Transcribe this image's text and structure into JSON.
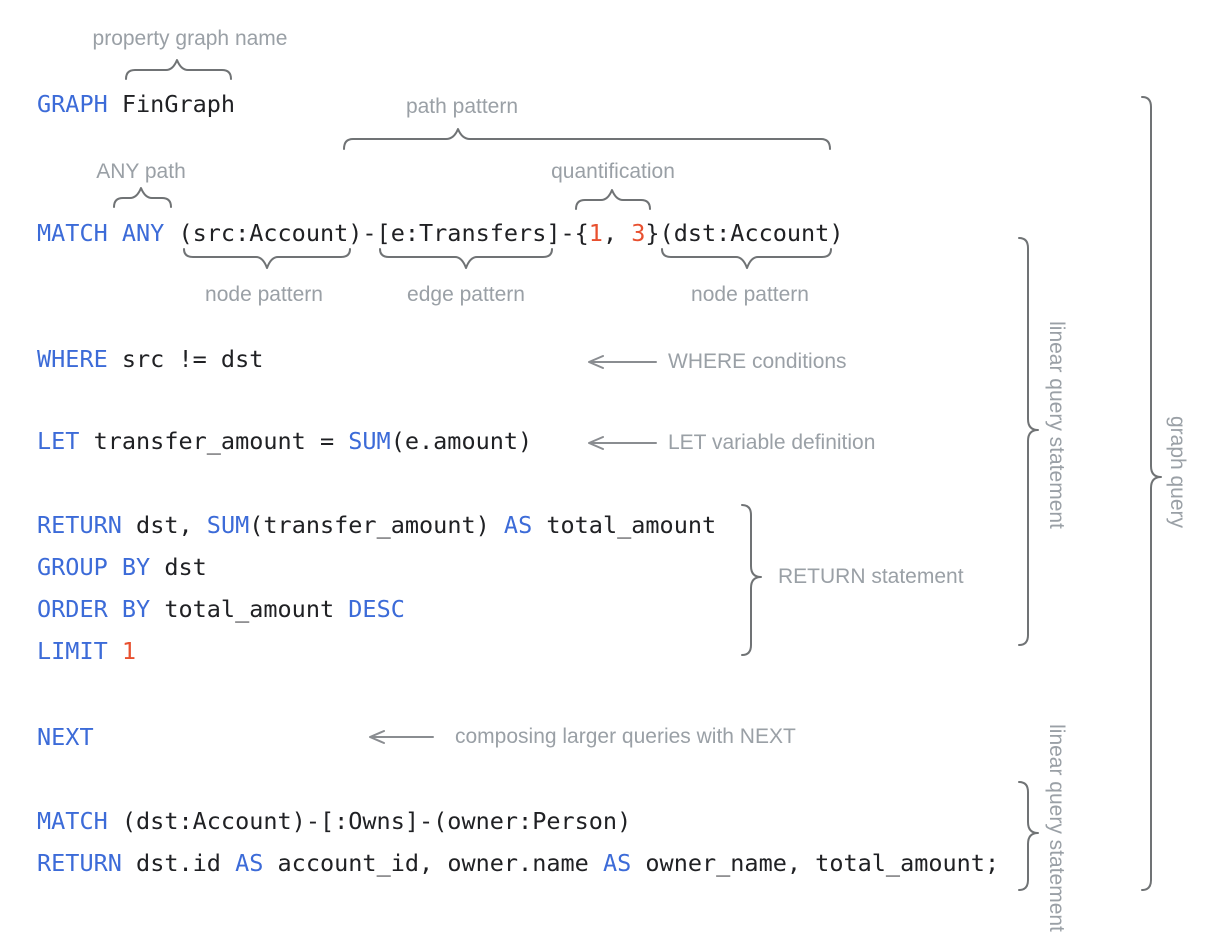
{
  "colors": {
    "background": "#ffffff",
    "keyword_blue": "#3c6bd8",
    "number_orange": "#e8502f",
    "code_text": "#202124",
    "annotation_label_gray": "#9aa0a6",
    "brace_gray": "#707375",
    "arrow_gray": "#8a8d91"
  },
  "code": {
    "lines": [
      {
        "id": "graph-statement",
        "segments": [
          {
            "style": "keyword",
            "text": "GRAPH "
          },
          {
            "style": "plain",
            "text": "FinGraph"
          }
        ]
      },
      {
        "id": "match-any-statement",
        "segments": [
          {
            "style": "keyword",
            "text": "MATCH ANY "
          },
          {
            "style": "plain",
            "text": "(src:Account)-[e:Transfers]-{"
          },
          {
            "style": "number",
            "text": "1"
          },
          {
            "style": "plain",
            "text": ", "
          },
          {
            "style": "number",
            "text": "3"
          },
          {
            "style": "plain",
            "text": "}(dst:Account)"
          }
        ]
      },
      {
        "id": "where-statement",
        "segments": [
          {
            "style": "keyword",
            "text": "WHERE "
          },
          {
            "style": "plain",
            "text": "src != dst"
          }
        ]
      },
      {
        "id": "let-statement",
        "segments": [
          {
            "style": "keyword",
            "text": "LET "
          },
          {
            "style": "plain",
            "text": "transfer_amount = "
          },
          {
            "style": "keyword",
            "text": "SUM"
          },
          {
            "style": "plain",
            "text": "(e.amount)"
          }
        ]
      },
      {
        "id": "return-statement",
        "segments": [
          {
            "style": "keyword",
            "text": "RETURN "
          },
          {
            "style": "plain",
            "text": "dst, "
          },
          {
            "style": "keyword",
            "text": "SUM"
          },
          {
            "style": "plain",
            "text": "(transfer_amount) "
          },
          {
            "style": "keyword",
            "text": "AS"
          },
          {
            "style": "plain",
            "text": " total_amount"
          }
        ]
      },
      {
        "id": "group-by-statement",
        "segments": [
          {
            "style": "keyword",
            "text": "GROUP BY "
          },
          {
            "style": "plain",
            "text": "dst"
          }
        ]
      },
      {
        "id": "order-by-statement",
        "segments": [
          {
            "style": "keyword",
            "text": "ORDER BY "
          },
          {
            "style": "plain",
            "text": "total_amount "
          },
          {
            "style": "keyword",
            "text": "DESC"
          }
        ]
      },
      {
        "id": "limit-statement",
        "segments": [
          {
            "style": "keyword",
            "text": "LIMIT "
          },
          {
            "style": "number",
            "text": "1"
          }
        ]
      },
      {
        "id": "next-statement",
        "segments": [
          {
            "style": "keyword",
            "text": "NEXT"
          }
        ]
      },
      {
        "id": "match-2-statement",
        "segments": [
          {
            "style": "keyword",
            "text": "MATCH "
          },
          {
            "style": "plain",
            "text": "(dst:Account)-[:Owns]-(owner:Person)"
          }
        ]
      },
      {
        "id": "return-2-statement",
        "segments": [
          {
            "style": "keyword",
            "text": "RETURN "
          },
          {
            "style": "plain",
            "text": "dst.id "
          },
          {
            "style": "keyword",
            "text": "AS"
          },
          {
            "style": "plain",
            "text": " account_id, owner.name "
          },
          {
            "style": "keyword",
            "text": "AS"
          },
          {
            "style": "plain",
            "text": " owner_name, total_amount;"
          }
        ]
      }
    ]
  },
  "annotations": {
    "property_graph_name": "property graph name",
    "path_pattern": "path pattern",
    "any_path": "ANY path",
    "quantification": "quantification",
    "node_pattern_left": "node pattern",
    "edge_pattern": "edge pattern",
    "node_pattern_right": "node pattern",
    "where_conditions": "WHERE conditions",
    "let_variable_definition": "LET variable definition",
    "return_statement": "RETURN statement",
    "composing_next": "composing larger queries with NEXT",
    "linear_query_statement_top": "linear query statement",
    "graph_query": "graph query",
    "linear_query_statement_bottom": "linear query statement"
  }
}
